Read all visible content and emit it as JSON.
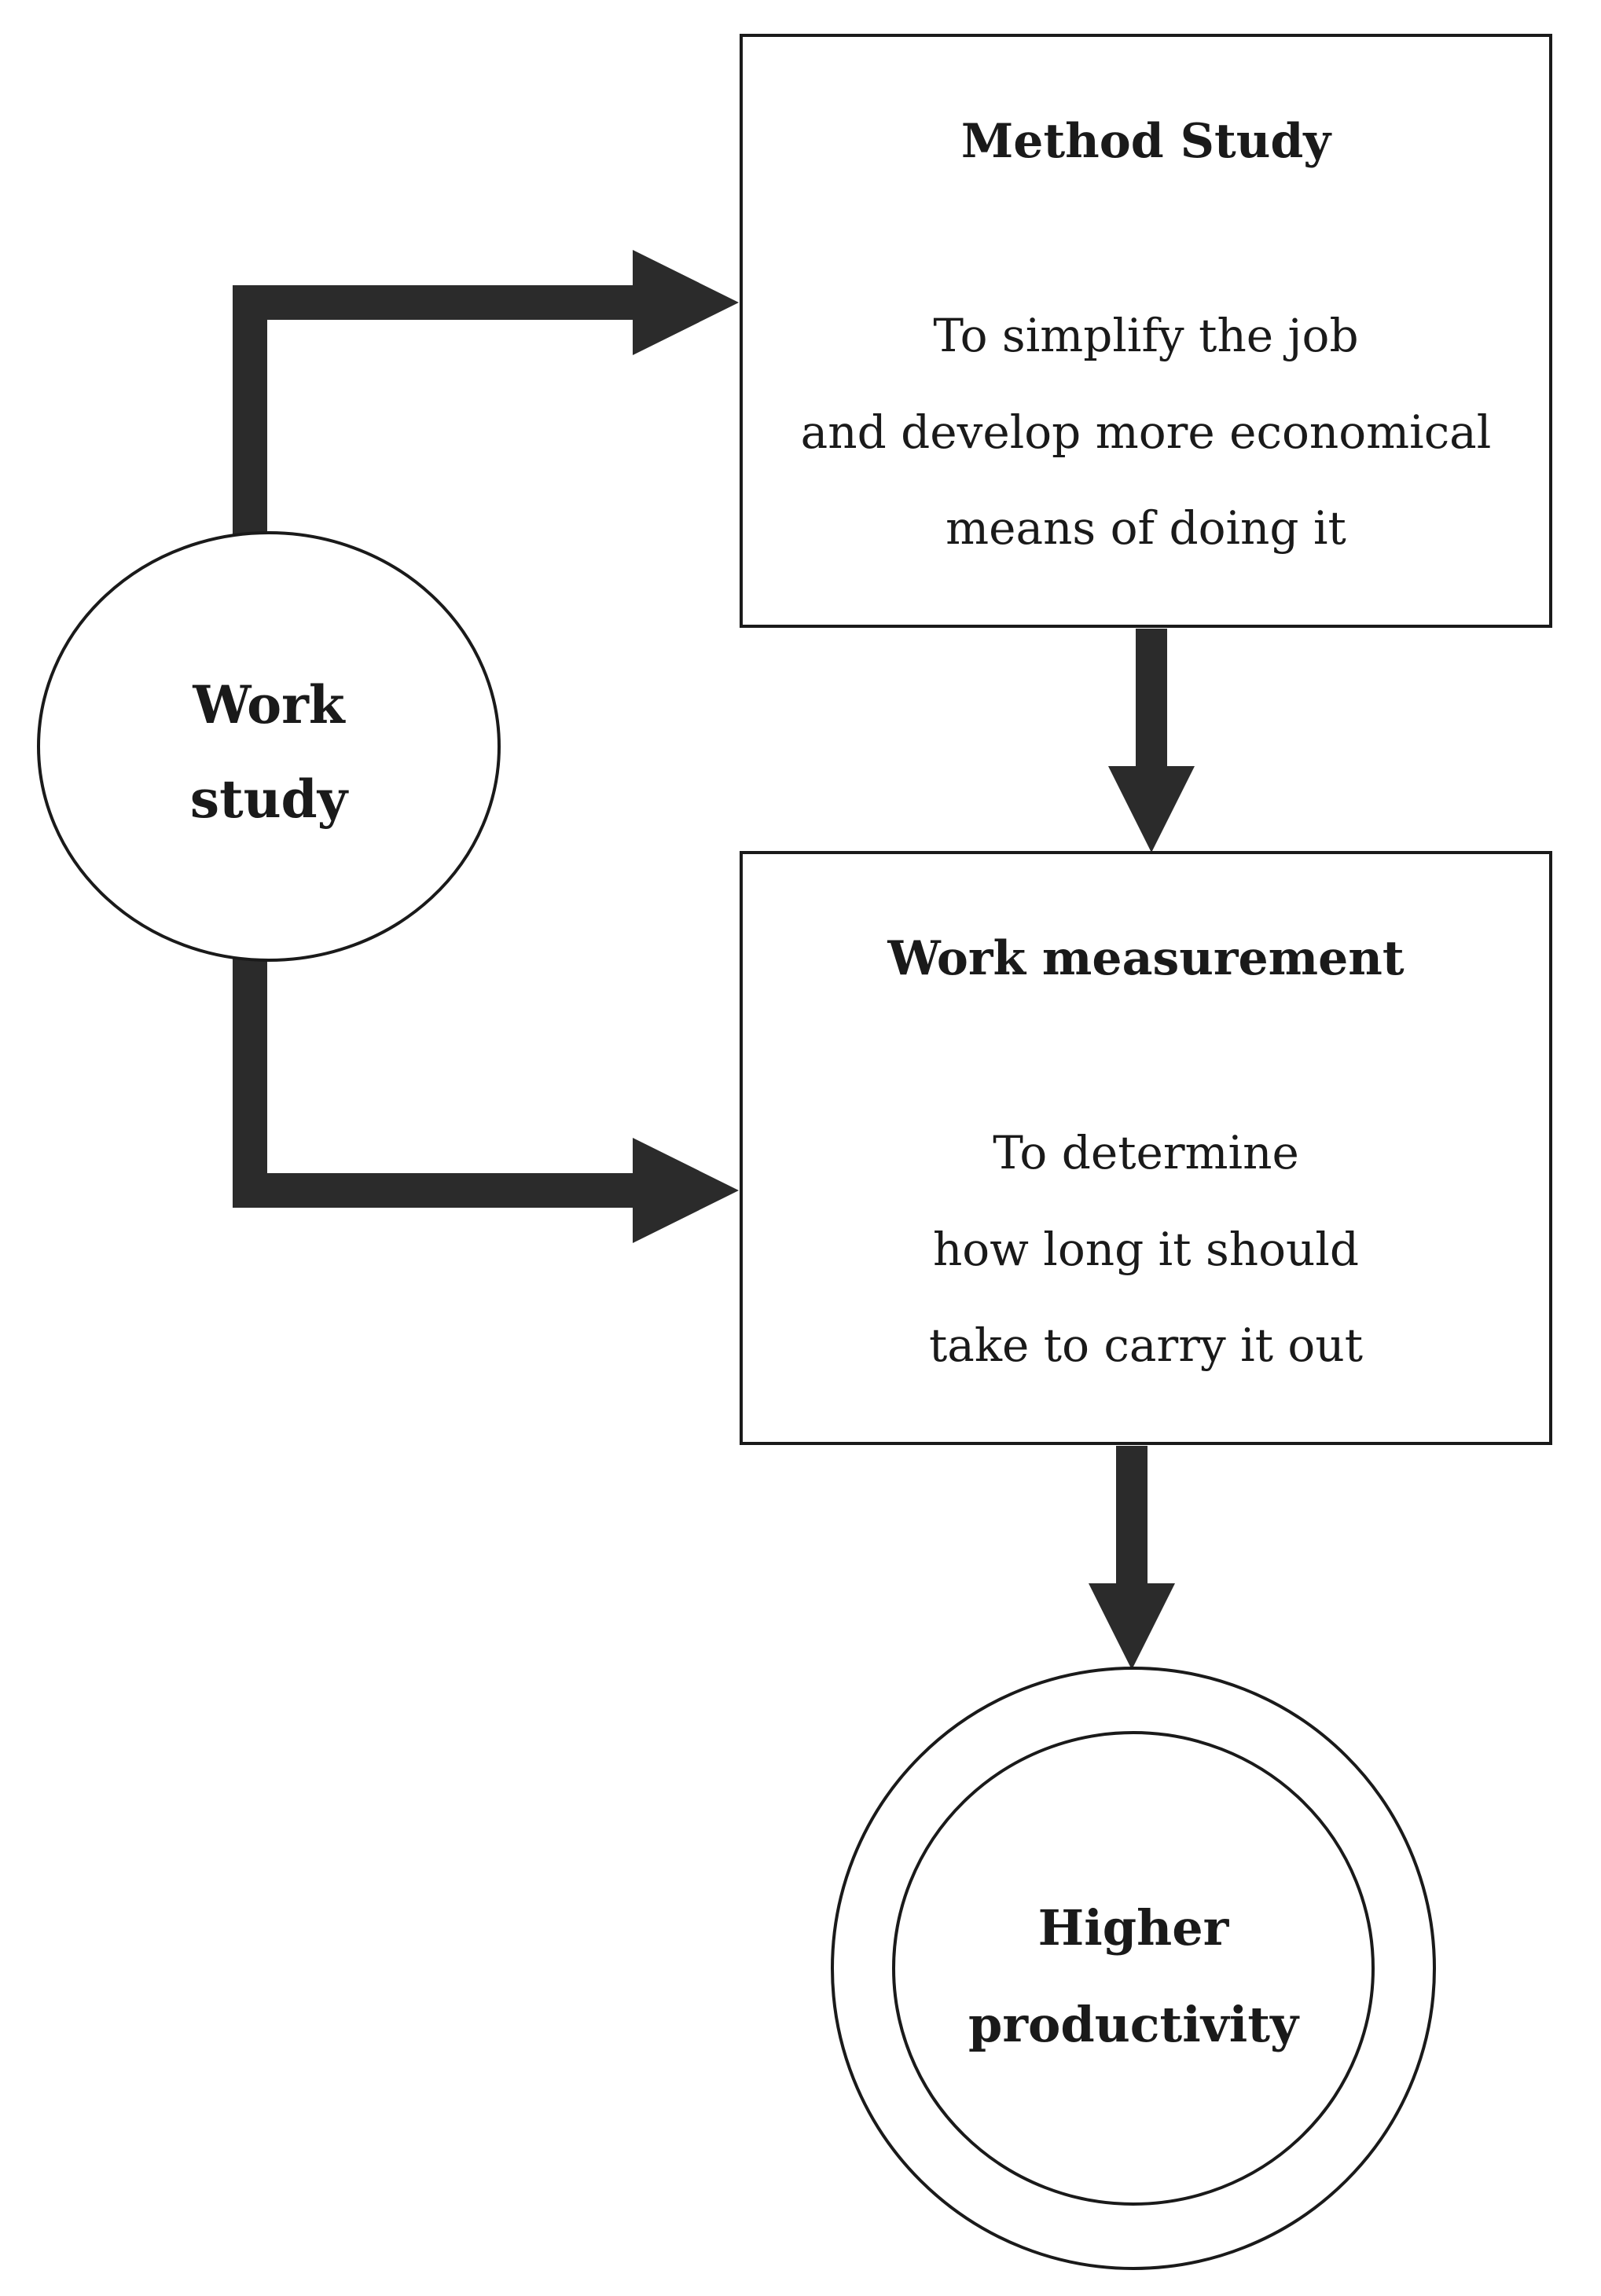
{
  "diagram": {
    "work_study": {
      "line1": "Work",
      "line2": "study"
    },
    "method_study": {
      "title": "Method Study",
      "desc_line1": "To simplify the job",
      "desc_line2": "and develop more economical",
      "desc_line3": "means of doing it"
    },
    "work_measurement": {
      "title": "Work measurement",
      "desc_line1": "To determine",
      "desc_line2": "how long it should",
      "desc_line3": "take to carry it out"
    },
    "higher_productivity": {
      "line1": "Higher",
      "line2": "productivity"
    },
    "colors": {
      "arrow": "#2b2b2b",
      "stroke": "#1a1a1a",
      "background": "#ffffff"
    }
  }
}
